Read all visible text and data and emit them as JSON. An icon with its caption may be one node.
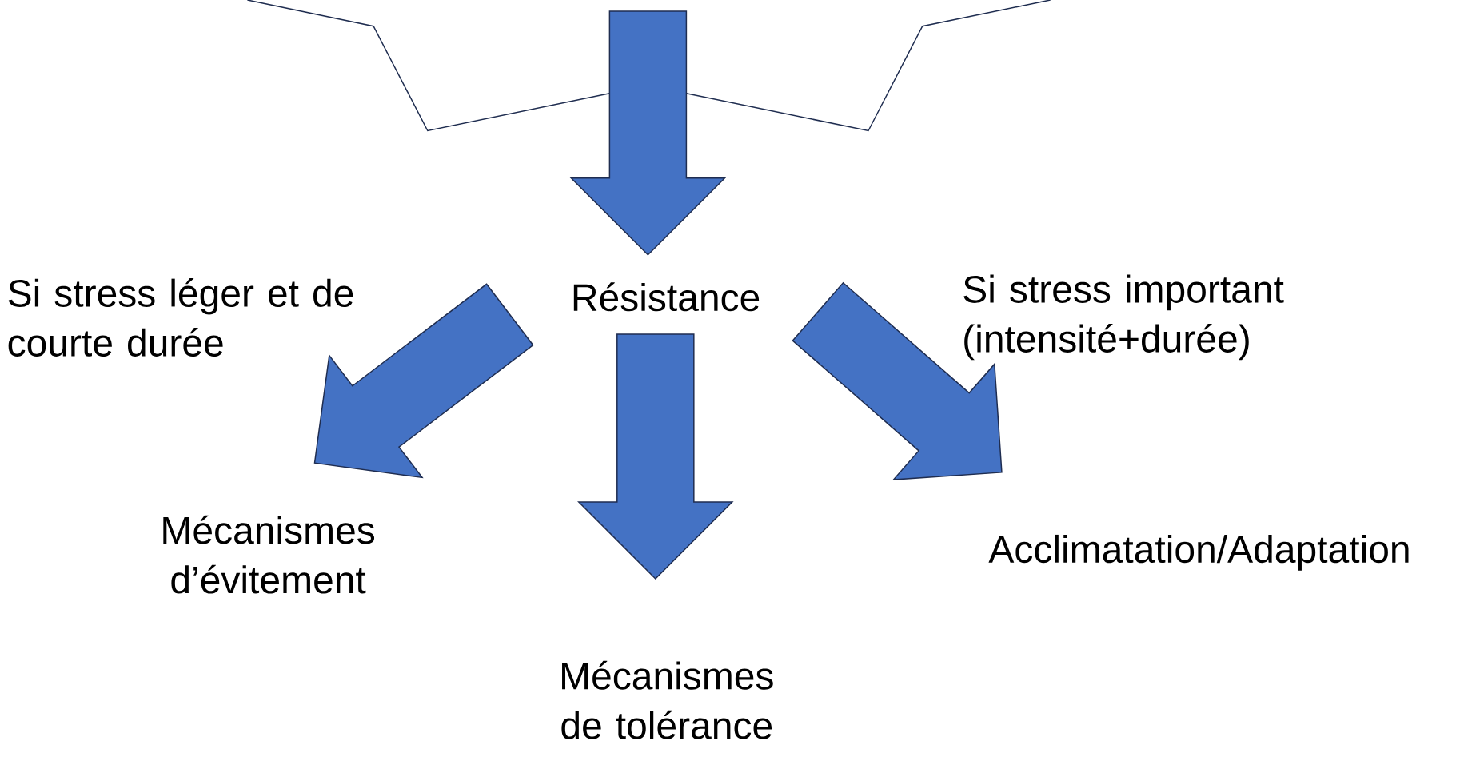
{
  "diagram": {
    "nodes": [
      {
        "text": [
          "Résistance"
        ]
      },
      {
        "text": [
          "Mécanismes d’évitement"
        ]
      },
      {
        "text": [
          "Mécanismes de tolérance"
        ]
      },
      {
        "text": [
          "Acclimatation/Adaptation"
        ]
      }
    ],
    "edges": [
      {
        "from": null,
        "to": 0,
        "arrow": "to"
      },
      {
        "from": 0,
        "to": 1,
        "arrow": "to",
        "label": "Si stress léger et de courte durée"
      },
      {
        "from": 0,
        "to": 2,
        "arrow": "to"
      },
      {
        "from": 0,
        "to": 3,
        "arrow": "to",
        "label": "Si stress important (intensité+durée)"
      }
    ]
  }
}
